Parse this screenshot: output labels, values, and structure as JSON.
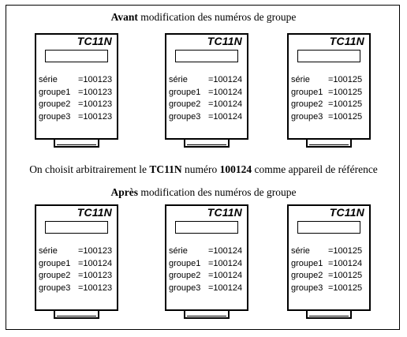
{
  "top_heading": {
    "bold": "Avant",
    "rest": " modification des numéros de groupe"
  },
  "middle_text": {
    "part1": "On choisit arbitrairement le ",
    "model": "TC11N",
    "part2": " numéro ",
    "serial": "100124",
    "part3": " comme appareil de référence"
  },
  "bottom_heading": {
    "bold": "Après",
    "rest": " modification des numéros de groupe"
  },
  "labels": {
    "serie": "série",
    "groupe1": "groupe1",
    "groupe2": "groupe2",
    "groupe3": "groupe3"
  },
  "before": [
    {
      "model": "TC11N",
      "serie": "=100123",
      "groupe1": "=100123",
      "groupe2": "=100123",
      "groupe3": "=100123"
    },
    {
      "model": "TC11N",
      "serie": "=100124",
      "groupe1": "=100124",
      "groupe2": "=100124",
      "groupe3": "=100124"
    },
    {
      "model": "TC11N",
      "serie": "=100125",
      "groupe1": "=100125",
      "groupe2": "=100125",
      "groupe3": "=100125"
    }
  ],
  "after": [
    {
      "model": "TC11N",
      "serie": "=100123",
      "groupe1": "=100124",
      "groupe2": "=100123",
      "groupe3": "=100123"
    },
    {
      "model": "TC11N",
      "serie": "=100124",
      "groupe1": "=100124",
      "groupe2": "=100124",
      "groupe3": "=100124"
    },
    {
      "model": "TC11N",
      "serie": "=100125",
      "groupe1": "=100124",
      "groupe2": "=100125",
      "groupe3": "=100125"
    }
  ]
}
